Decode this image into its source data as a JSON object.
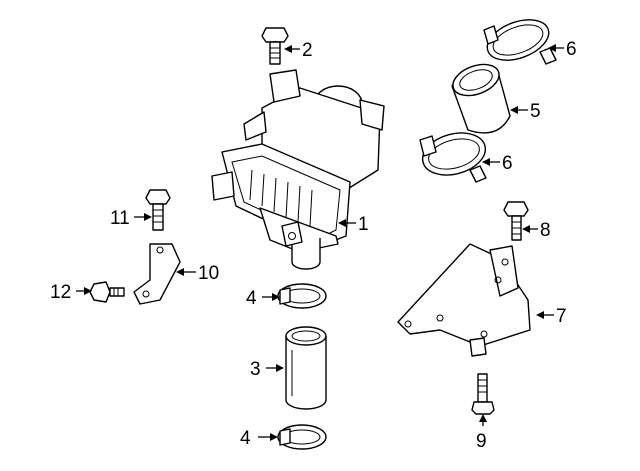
{
  "callouts": {
    "c1": "1",
    "c2": "2",
    "c3": "3",
    "c4a": "4",
    "c4b": "4",
    "c5": "5",
    "c6a": "6",
    "c6b": "6",
    "c7": "7",
    "c8": "8",
    "c9": "9",
    "c10": "10",
    "c11": "11",
    "c12": "12"
  },
  "parts": [
    {
      "callout": "1",
      "icon": "air-cleaner-housing-icon"
    },
    {
      "callout": "2",
      "icon": "bolt-icon"
    },
    {
      "callout": "3",
      "icon": "intake-hose-icon"
    },
    {
      "callout": "4",
      "icon": "hose-clamp-icon"
    },
    {
      "callout": "5",
      "icon": "duct-sleeve-icon"
    },
    {
      "callout": "6",
      "icon": "hose-clamp-icon"
    },
    {
      "callout": "7",
      "icon": "mounting-bracket-icon"
    },
    {
      "callout": "8",
      "icon": "bolt-icon"
    },
    {
      "callout": "9",
      "icon": "bolt-icon"
    },
    {
      "callout": "10",
      "icon": "support-bracket-icon"
    },
    {
      "callout": "11",
      "icon": "bolt-icon"
    },
    {
      "callout": "12",
      "icon": "stud-bolt-icon"
    }
  ]
}
